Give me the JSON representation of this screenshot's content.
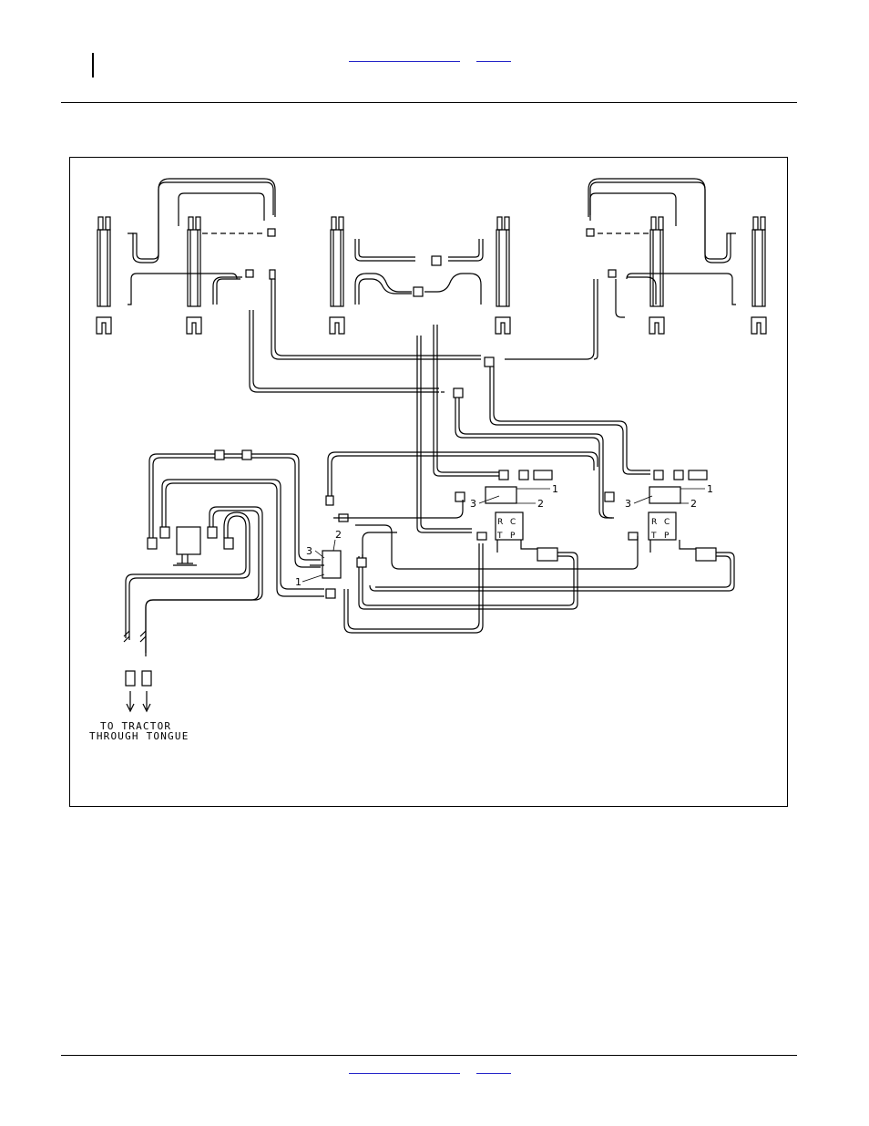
{
  "header": {
    "links": [
      "",
      ""
    ]
  },
  "footer": {
    "links": [
      "",
      ""
    ]
  },
  "figure": {
    "caption_line1": "TO TRACTOR",
    "caption_line2": "THROUGH TONGUE",
    "callouts": [
      "1",
      "2",
      "3",
      "1",
      "2",
      "3",
      "1",
      "2",
      "3"
    ],
    "port_letters": [
      "R",
      "C",
      "T",
      "P",
      "R",
      "C",
      "T",
      "P"
    ]
  }
}
